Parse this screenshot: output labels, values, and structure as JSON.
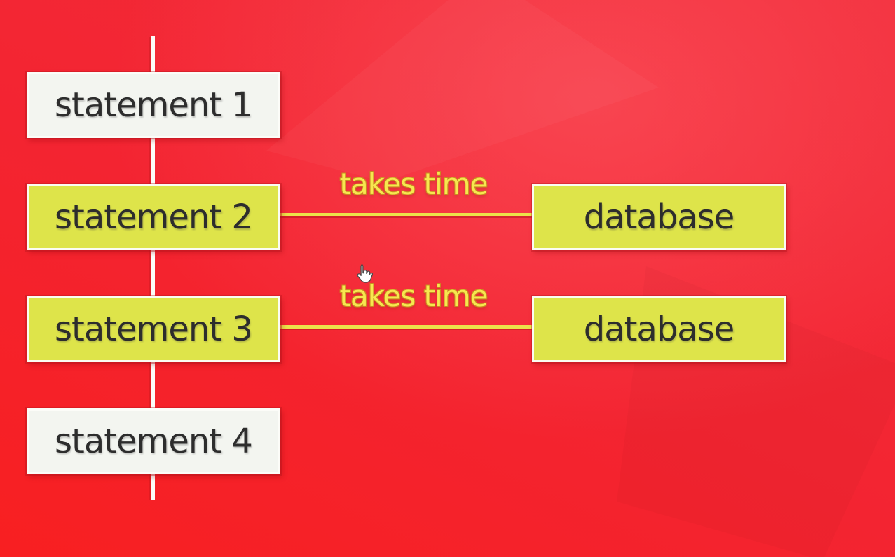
{
  "flow": {
    "statements": [
      {
        "label": "statement 1",
        "variant": "white"
      },
      {
        "label": "statement 2",
        "variant": "yellow"
      },
      {
        "label": "statement 3",
        "variant": "yellow"
      },
      {
        "label": "statement 4",
        "variant": "white"
      }
    ]
  },
  "databases": [
    {
      "label": "database"
    },
    {
      "label": "database"
    }
  ],
  "connections": [
    {
      "label": "takes time"
    },
    {
      "label": "takes time"
    }
  ],
  "cursor": {
    "type": "hand-pointer"
  },
  "colors": {
    "base_red": "#f32733",
    "highlight_red": "#ff606a",
    "deep_red": "#f81f21",
    "box_white": "#f3f5f0",
    "box_yellow": "#dee44a",
    "connector_yellow": "#ece24a",
    "label_yellow": "#f7e74f",
    "line_white": "#fcfcf8",
    "text_dark": "#2d2d2d"
  }
}
